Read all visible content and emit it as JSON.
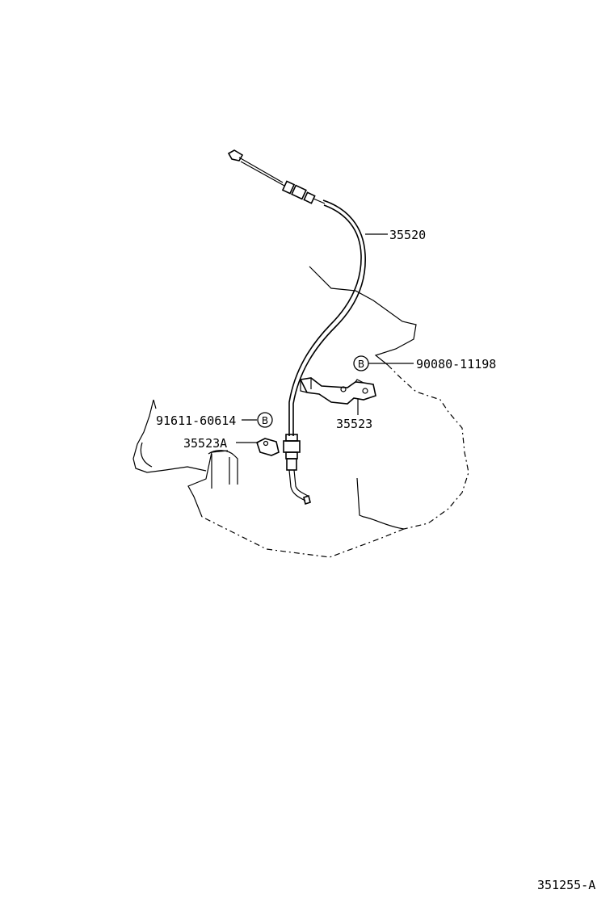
{
  "parts": {
    "throttle_cable": "35520",
    "cable_bracket": "35523",
    "cable_clamp": "35523A",
    "bolt_upper": "90080-11198",
    "bolt_lower": "91611-60614"
  },
  "markers": {
    "bolt_upper_marker": "B",
    "bolt_lower_marker": "B"
  },
  "figure_id": "351255-A"
}
